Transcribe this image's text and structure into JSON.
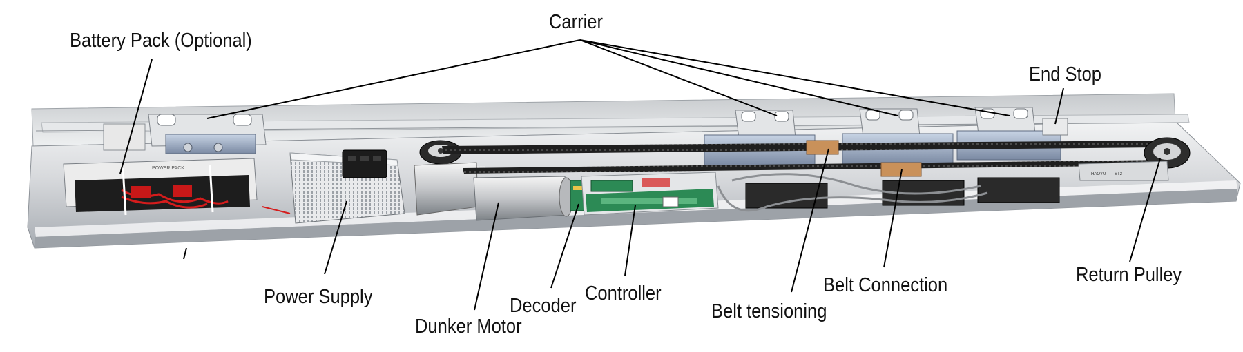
{
  "labels": {
    "carrier": "Carrier",
    "battery_pack": "Battery Pack (Optional)",
    "end_stop": "End Stop",
    "power_supply": "Power Supply",
    "dunker_motor": "Dunker Motor",
    "decoder": "Decoder",
    "controller": "Controller",
    "belt_tensioning": "Belt tensioning",
    "belt_connection": "Belt Connection",
    "return_pulley": "Return Pulley"
  },
  "stamps": {
    "battery_sticker": "POWER PACK",
    "motor_brand": "HAOYU",
    "motor_code": "ST2",
    "pulley_brand": "HAOYU",
    "pulley_code": "ST2"
  },
  "colors": {
    "rail": "#d7d9dc",
    "rail_shadow": "#9da2a8",
    "belt": "#1f1f1f",
    "belt_clamp": "#c9915a",
    "controller_pcb": "#2c8a55",
    "wire_red": "#d51c1c",
    "leader_line": "#000000"
  }
}
